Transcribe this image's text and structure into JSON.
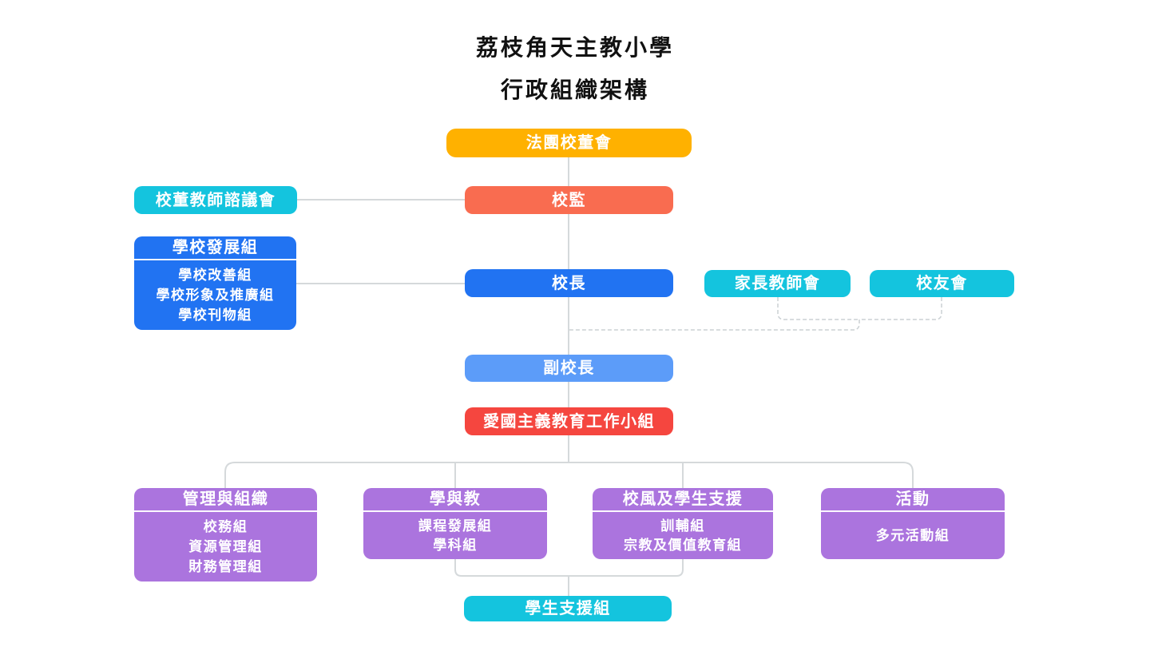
{
  "title": {
    "line1": "荔枝角天主教小學",
    "line2": "行政組織架構"
  },
  "colors": {
    "board_orange": "#FFB100",
    "supervisor_coral": "#F96C50",
    "cyan": "#14C4DE",
    "blue": "#2173F2",
    "light_blue": "#5C9CF9",
    "red": "#F5463F",
    "purple": "#AB74DE",
    "connector_solid_gray": "#D5D9DB",
    "connector_dashed_gray": "#CBD1D4"
  },
  "nodes": {
    "board": {
      "label": "法團校董會"
    },
    "advisory_council": {
      "label": "校董教師諮議會"
    },
    "supervisor": {
      "label": "校監"
    },
    "school_development": {
      "header": "學校發展組",
      "items": [
        "學校改善組",
        "學校形象及推廣組",
        "學校刊物組"
      ]
    },
    "principal": {
      "label": "校長"
    },
    "pta": {
      "label": "家長教師會"
    },
    "alumni": {
      "label": "校友會"
    },
    "vice_principal": {
      "label": "副校長"
    },
    "patriotic_education": {
      "label": "愛國主義教育工作小組"
    },
    "management": {
      "header": "管理與組織",
      "items": [
        "校務組",
        "資源管理組",
        "財務管理組"
      ]
    },
    "learning_teaching": {
      "header": "學與教",
      "items": [
        "課程發展組",
        "學科組"
      ]
    },
    "ethos_support": {
      "header": "校風及學生支援",
      "items": [
        "訓輔組",
        "宗教及價值教育組"
      ]
    },
    "activities": {
      "header": "活動",
      "items": [
        "多元活動組"
      ]
    },
    "student_support": {
      "label": "學生支援組"
    }
  }
}
